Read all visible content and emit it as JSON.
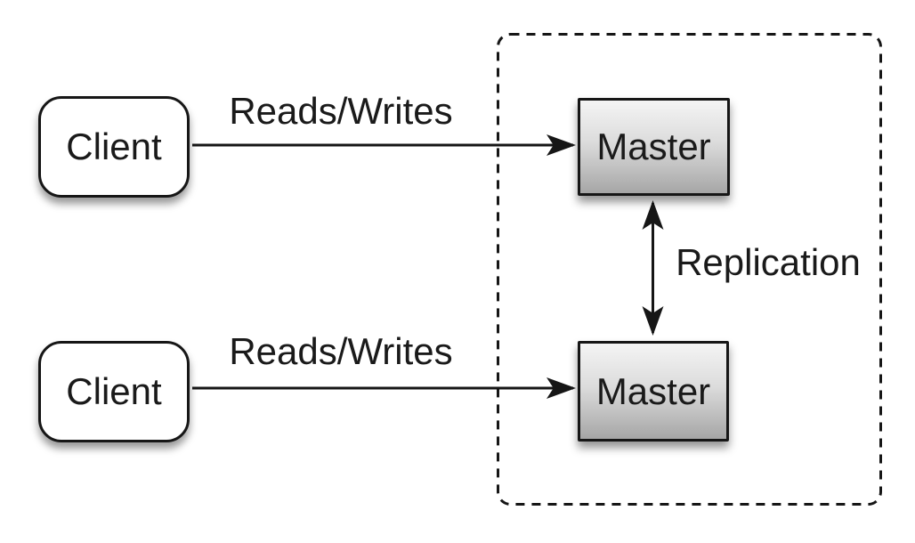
{
  "diagram": {
    "clients": [
      {
        "label": "Client"
      },
      {
        "label": "Client"
      }
    ],
    "masters": [
      {
        "label": "Master"
      },
      {
        "label": "Master"
      }
    ],
    "edge_labels": {
      "top": "Reads/Writes",
      "bottom": "Reads/Writes",
      "replication": "Replication"
    },
    "colors": {
      "background": "#ffffff",
      "stroke": "#161616",
      "text": "#1a1a1a",
      "client_fill": "#ffffff",
      "master_gradient_top": "#f4f4f4",
      "master_gradient_bottom": "#a6a6a6"
    }
  }
}
